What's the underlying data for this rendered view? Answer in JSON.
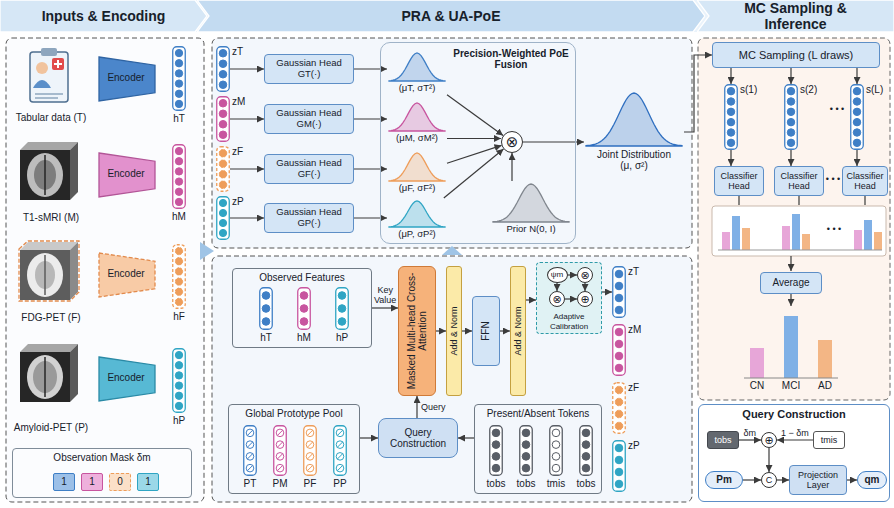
{
  "diagram": {
    "nodes": [
      {
        "text": [
          "Inputs & Encoding"
        ]
      },
      {
        "text": [
          "PRA & UA-PoE"
        ]
      },
      {
        "text": [
          "MC Sampling & Inference"
        ]
      },
      {
        "text": [
          "Tabular data (T)"
        ]
      },
      {
        "text": [
          "Encoder"
        ]
      },
      {
        "text": [
          "hT"
        ]
      },
      {
        "text": [
          "T1-sMRI (M)"
        ]
      },
      {
        "text": [
          "Encoder"
        ]
      },
      {
        "text": [
          "hM"
        ]
      },
      {
        "text": [
          "FDG-PET (F)"
        ]
      },
      {
        "text": [
          "Encoder"
        ]
      },
      {
        "text": [
          "hF"
        ]
      },
      {
        "text": [
          "Amyloid-PET (P)"
        ]
      },
      {
        "text": [
          "Encoder"
        ]
      },
      {
        "text": [
          "hP"
        ]
      },
      {
        "text": [
          "Observation Mask δm"
        ]
      },
      {
        "text": [
          "1"
        ],
        "in": 15
      },
      {
        "text": [
          "1"
        ],
        "in": 15
      },
      {
        "text": [
          "0"
        ],
        "in": 15
      },
      {
        "text": [
          "1"
        ],
        "in": 15
      },
      {
        "text": [
          "zT"
        ]
      },
      {
        "text": [
          "zM"
        ]
      },
      {
        "text": [
          "zF"
        ]
      },
      {
        "text": [
          "zP"
        ]
      },
      {
        "text": [
          "Gaussian Head GT(·)"
        ]
      },
      {
        "text": [
          "Gaussian Head GM(·)"
        ]
      },
      {
        "text": [
          "Gaussian Head GF(·)"
        ]
      },
      {
        "text": [
          "Gaussian Head GP(·)"
        ]
      },
      {
        "text": [
          "Precision-Weighted PoE Fusion"
        ]
      },
      {
        "text": [
          "(μT, σT²)"
        ],
        "in": 28
      },
      {
        "text": [
          "(μM, σM²)"
        ],
        "in": 28
      },
      {
        "text": [
          "(μF, σF²)"
        ],
        "in": 28
      },
      {
        "text": [
          "(μP, σP²)"
        ],
        "in": 28
      },
      {
        "text": [
          "⊗"
        ],
        "in": 28
      },
      {
        "text": [
          "Prior N(0, I)"
        ],
        "in": 28
      },
      {
        "text": [
          "Joint Distribution",
          "(μ, σ²)"
        ]
      },
      {
        "text": [
          "Observed Features"
        ]
      },
      {
        "text": [
          "hT"
        ],
        "in": 36
      },
      {
        "text": [
          "hM"
        ],
        "in": 36
      },
      {
        "text": [
          "hP"
        ],
        "in": 36
      },
      {
        "text": [
          "Masked Multi-head Cross-Attention"
        ]
      },
      {
        "text": [
          "Add & Norm"
        ]
      },
      {
        "text": [
          "FFN"
        ]
      },
      {
        "text": [
          "Add & Norm"
        ]
      },
      {
        "text": [
          "Adaptive Calibration"
        ]
      },
      {
        "text": [
          "ψm"
        ],
        "in": 44
      },
      {
        "text": [
          "⊗"
        ],
        "in": 44
      },
      {
        "text": [
          "⊗"
        ],
        "in": 44
      },
      {
        "text": [
          "⊕"
        ],
        "in": 44
      },
      {
        "text": [
          "Global Prototype Pool"
        ]
      },
      {
        "text": [
          "PT"
        ],
        "in": 49
      },
      {
        "text": [
          "PM"
        ],
        "in": 49
      },
      {
        "text": [
          "PF"
        ],
        "in": 49
      },
      {
        "text": [
          "PP"
        ],
        "in": 49
      },
      {
        "text": [
          "Query Construction"
        ]
      },
      {
        "text": [
          "Present/Absent Tokens"
        ]
      },
      {
        "text": [
          "tobs"
        ],
        "in": 55
      },
      {
        "text": [
          "tobs"
        ],
        "in": 55
      },
      {
        "text": [
          "tmis"
        ],
        "in": 55
      },
      {
        "text": [
          "tobs"
        ],
        "in": 55
      },
      {
        "text": [
          "zT"
        ]
      },
      {
        "text": [
          "zM"
        ]
      },
      {
        "text": [
          "zF"
        ]
      },
      {
        "text": [
          "zP"
        ]
      },
      {
        "text": [
          "MC Sampling (L draws)"
        ]
      },
      {
        "text": [
          "s(1)"
        ]
      },
      {
        "text": [
          "s(2)"
        ]
      },
      {
        "text": [
          "s(L)"
        ]
      },
      {
        "text": [
          "Classifier Head"
        ]
      },
      {
        "text": [
          "Classifier Head"
        ]
      },
      {
        "text": [
          "Classifier Head"
        ]
      },
      {
        "text": [
          "Average"
        ]
      },
      {
        "text": [
          "CN",
          "MCI",
          "AD"
        ]
      },
      {
        "text": [
          "Query Construction"
        ]
      },
      {
        "text": [
          "tobs"
        ],
        "in": 73
      },
      {
        "text": [
          "tmis"
        ],
        "in": 73
      },
      {
        "text": [
          "⊕"
        ],
        "in": 73
      },
      {
        "text": [
          "Pm"
        ],
        "in": 73
      },
      {
        "text": [
          "C"
        ],
        "in": 73
      },
      {
        "text": [
          "Projection Layer"
        ],
        "in": 73
      },
      {
        "text": [
          "qm"
        ],
        "in": 73
      }
    ],
    "edges": [
      {
        "from": 20,
        "to": 24,
        "arrow": "to"
      },
      {
        "from": 21,
        "to": 25,
        "arrow": "to"
      },
      {
        "from": 22,
        "to": 26,
        "arrow": "to"
      },
      {
        "from": 23,
        "to": 27,
        "arrow": "to"
      },
      {
        "from": 24,
        "to": 29,
        "arrow": "to"
      },
      {
        "from": 25,
        "to": 30,
        "arrow": "to"
      },
      {
        "from": 26,
        "to": 31,
        "arrow": "to"
      },
      {
        "from": 27,
        "to": 32,
        "arrow": "to"
      },
      {
        "from": 29,
        "to": 33,
        "arrow": "to"
      },
      {
        "from": 30,
        "to": 33,
        "arrow": "to"
      },
      {
        "from": 31,
        "to": 33,
        "arrow": "to"
      },
      {
        "from": 32,
        "to": 33,
        "arrow": "to"
      },
      {
        "from": 34,
        "to": 33,
        "arrow": "to"
      },
      {
        "from": 33,
        "to": 35,
        "arrow": "to"
      },
      {
        "from": 35,
        "to": 64,
        "arrow": "to"
      },
      {
        "from": 64,
        "to": 65,
        "arrow": "to"
      },
      {
        "from": 64,
        "to": 66,
        "arrow": "to"
      },
      {
        "from": 64,
        "to": 67,
        "arrow": "to"
      },
      {
        "from": 65,
        "to": 68,
        "arrow": "to"
      },
      {
        "from": 66,
        "to": 69,
        "arrow": "to"
      },
      {
        "from": 67,
        "to": 70,
        "arrow": "to"
      },
      {
        "from": 71,
        "to": 72,
        "arrow": "to"
      },
      {
        "from": 36,
        "to": 40,
        "arrow": "to",
        "label": "Key Value"
      },
      {
        "from": 54,
        "to": 40,
        "arrow": "to",
        "label": "Query"
      },
      {
        "from": 40,
        "to": 41,
        "arrow": "to"
      },
      {
        "from": 41,
        "to": 42,
        "arrow": "to"
      },
      {
        "from": 42,
        "to": 43,
        "arrow": "to"
      },
      {
        "from": 43,
        "to": 44,
        "arrow": "to"
      },
      {
        "from": 45,
        "to": 46,
        "arrow": "to"
      },
      {
        "from": 45,
        "to": 47,
        "arrow": "to"
      },
      {
        "from": 46,
        "to": 48,
        "arrow": "to"
      },
      {
        "from": 47,
        "to": 48,
        "arrow": "to"
      },
      {
        "from": 44,
        "to": 60,
        "arrow": "to"
      },
      {
        "from": 49,
        "to": 54,
        "arrow": "to"
      },
      {
        "from": 55,
        "to": 54,
        "arrow": "to"
      },
      {
        "from": 74,
        "to": 76,
        "arrow": "to",
        "label": "δm"
      },
      {
        "from": 75,
        "to": 76,
        "arrow": "to",
        "label": "1 − δm"
      },
      {
        "from": 76,
        "to": 78,
        "arrow": "to"
      },
      {
        "from": 77,
        "to": 78,
        "arrow": "to"
      },
      {
        "from": 78,
        "to": 79,
        "arrow": "to"
      },
      {
        "from": 79,
        "to": 80,
        "arrow": "to"
      }
    ],
    "labels": [
      "• • •",
      "• • •",
      "• • •"
    ]
  }
}
